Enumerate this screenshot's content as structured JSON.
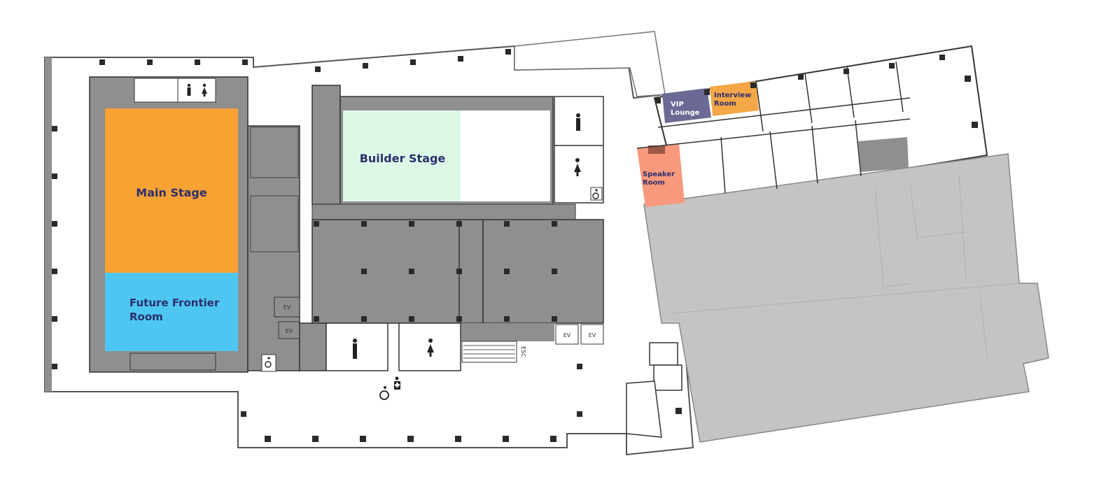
{
  "colors": {
    "main_stage": "#f9a234",
    "future_frontier": "#4ec6f2",
    "builder_stage": "#dcf9e8",
    "vip_lounge": "#6a6a95",
    "interview_room": "#f3a747",
    "speaker_room": "#f8997d",
    "service_gray": "#8f8f8f",
    "hall_gray": "#c4c4c4",
    "label_navy": "#2b2f6b"
  },
  "rooms": {
    "main_stage": "Main Stage",
    "future_frontier_line1": "Future Frontier",
    "future_frontier_line2": "Room",
    "builder_stage": "Builder Stage",
    "vip_line1": "VIP",
    "vip_line2": "Lounge",
    "interview_line1": "Interview",
    "interview_line2": "Room",
    "speaker_line1": "Speaker",
    "speaker_line2": "Room"
  },
  "facilities": {
    "elevator": "EV",
    "escalator": "ESC",
    "icons": [
      "mens-restroom-icon",
      "womens-restroom-icon",
      "accessible-icon",
      "first-aid-icon"
    ]
  }
}
